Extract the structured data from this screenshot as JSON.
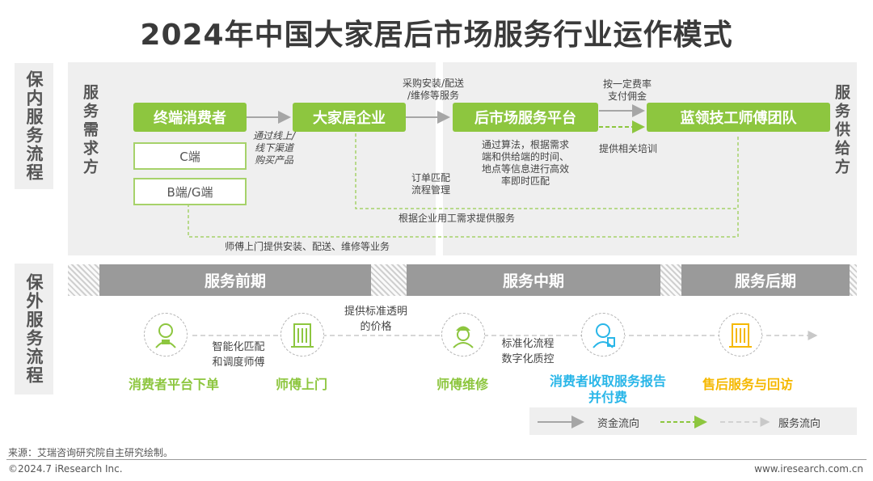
{
  "title": "2024年中国大家居后市场服务行业运作模式",
  "inner_label": "保内服务流程",
  "outer_label": "保外服务流程",
  "demand_side": "服务需求方",
  "supply_side": "服务供给方",
  "nodes": {
    "consumer": "终端消费者",
    "enterprise": "大家居企业",
    "platform": "后市场服务平台",
    "team": "蓝领技工师傅团队",
    "c_end": "C端",
    "bg_end": "B端/G端"
  },
  "notes": {
    "purchase_line1": "采购安装/配送",
    "purchase_line2": "/维修等服务",
    "commission_line1": "按一定费率",
    "commission_line2": "支付佣金",
    "training": "提供相关培训",
    "channel_line1": "通过线上/",
    "channel_line2": "线下渠道",
    "channel_line3": "购买产品",
    "algo_line1": "通过算法，根据需求",
    "algo_line2": "端和供给端的时间、",
    "algo_line3": "地点等信息进行高效",
    "algo_line4": "率即时匹配",
    "order_line1": "订单匹配",
    "order_line2": "流程管理",
    "enterprise_service": "根据企业用工需求提供服务",
    "onsite_service": "师傅上门提供安装、配送、维修等业务"
  },
  "phases": [
    "服务前期",
    "服务中期",
    "服务后期"
  ],
  "steps": [
    {
      "label": "消费者平台下单",
      "color": "#8dc63f"
    },
    {
      "label": "师傅上门",
      "color": "#8dc63f"
    },
    {
      "label": "师傅维修",
      "color": "#8dc63f"
    },
    {
      "label_line1": "消费者收取服务报告",
      "label_line2": "并付费",
      "color": "#29b6e8"
    },
    {
      "label": "售后服务与回访",
      "color": "#f5b800"
    }
  ],
  "step_notes": {
    "n1_line1": "智能化匹配",
    "n1_line2": "和调度师傅",
    "n2_line1": "提供标准透明",
    "n2_line2": "的价格",
    "n3_line1": "标准化流程",
    "n3_line2": "数字化质控"
  },
  "legend": {
    "funds": "资金流向",
    "service": "服务流向"
  },
  "colors": {
    "green": "#8dc63f",
    "blue": "#29b6e8",
    "orange": "#f5b800",
    "gray_arrow": "#a6a6a6"
  },
  "footer": {
    "source": "来源：艾瑞咨询研究院自主研究绘制。",
    "copyright": "©2024.7 iResearch Inc.",
    "website": "www.iresearch.com.cn"
  }
}
